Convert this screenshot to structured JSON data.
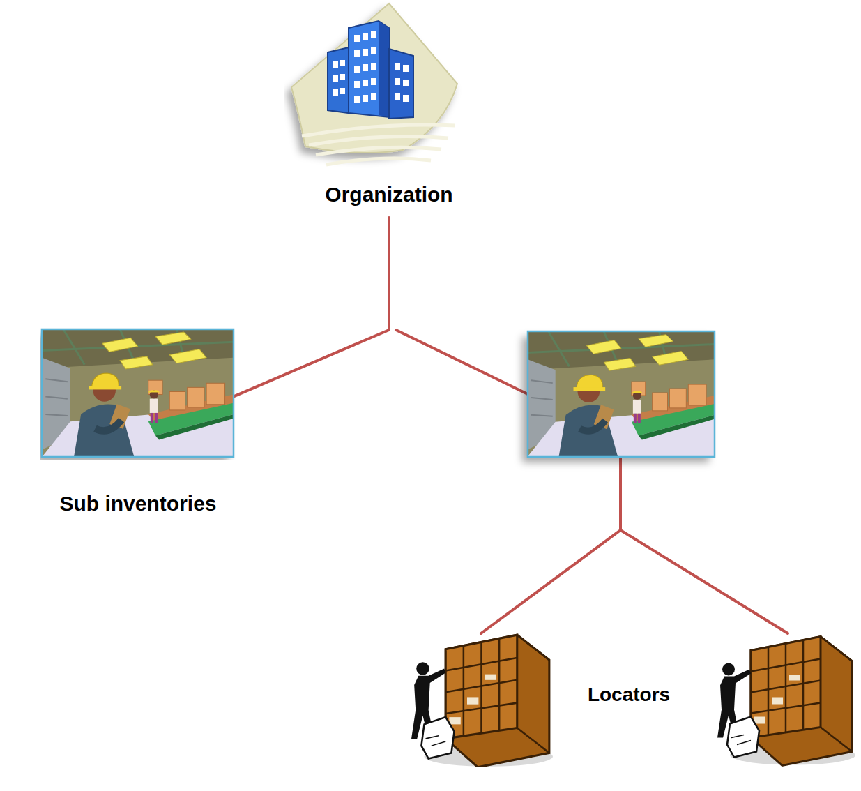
{
  "diagram": {
    "nodes": [
      {
        "text": [
          "Organization"
        ]
      },
      {
        "text": [
          "Sub inventories"
        ]
      }
    ],
    "edges": [
      {
        "from": 0,
        "to": 1,
        "arrow": "none"
      }
    ],
    "labels": [
      "Locators"
    ]
  }
}
